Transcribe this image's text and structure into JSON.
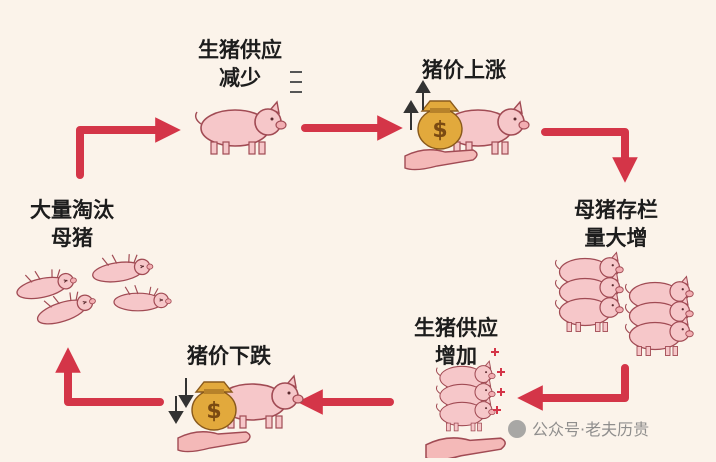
{
  "stages": {
    "supply_down": [
      "生猪供应",
      "减少"
    ],
    "price_up": [
      "猪价上涨"
    ],
    "sows_increase": [
      "母猪存栏",
      "量大增"
    ],
    "supply_up": [
      "生猪供应",
      "增加"
    ],
    "price_down": [
      "猪价下跌"
    ],
    "sows_cull": [
      "大量淘汰",
      "母猪"
    ]
  },
  "watermark": "公众号·老夫历贵",
  "colors": {
    "arrow": "#d43548",
    "pig_fill": "#f6c7c9",
    "pig_stroke": "#a14b54",
    "bag": "#e2a93c",
    "hand": "#f4b9b8",
    "background": "#fbf3ea"
  },
  "icons": [
    "money-bag-icon",
    "up-arrow-icon",
    "down-arrow-icon",
    "hand-icon",
    "plus-icon",
    "lines-icon"
  ]
}
